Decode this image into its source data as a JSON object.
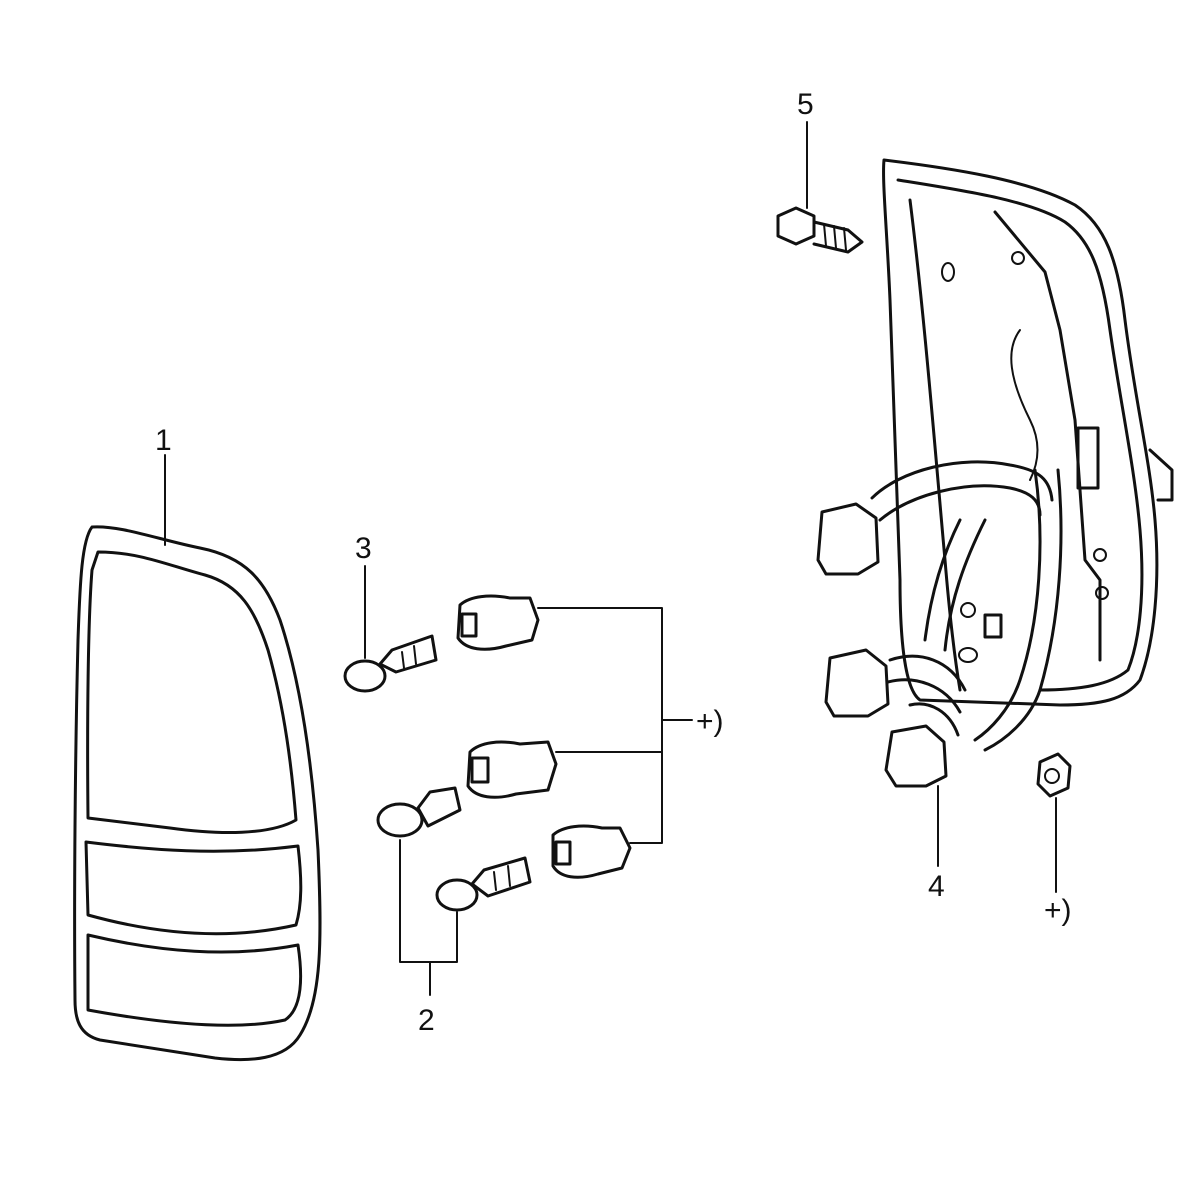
{
  "callouts": {
    "part1": "1",
    "part2": "2",
    "part3": "3",
    "part4": "4",
    "part5": "5",
    "plus_socket": "+)",
    "plus_nut": "+)"
  }
}
